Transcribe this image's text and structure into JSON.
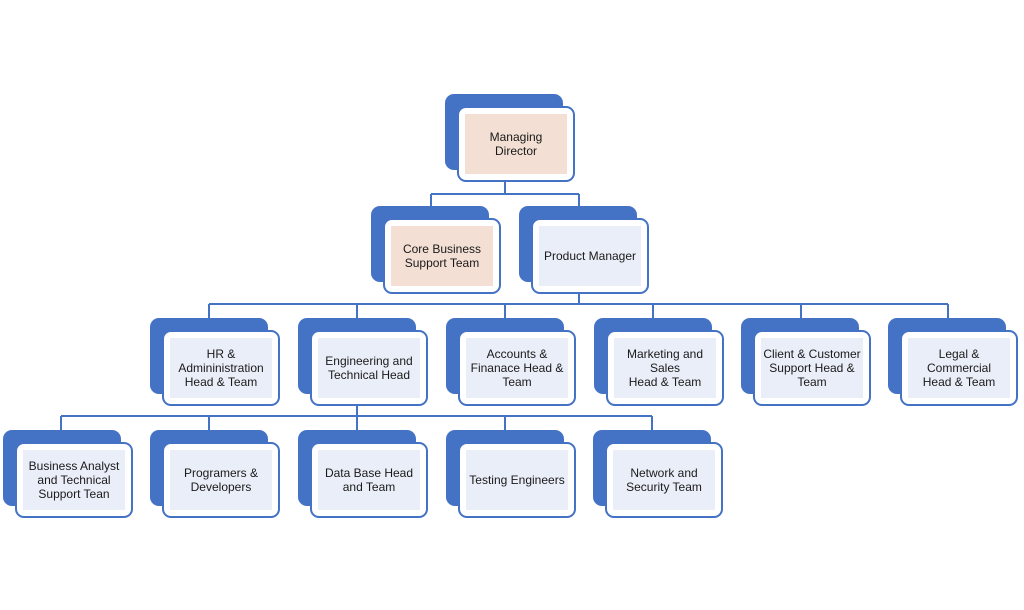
{
  "diagram": {
    "colors": {
      "accent": "#4472c4",
      "fill_default": "#eaeef8",
      "fill_highlight": "#f3dfd3",
      "connector": "#4472c4"
    },
    "nodes": {
      "managing_director": "Managing Director",
      "core_business_support": "Core Business\nSupport  Team",
      "product_manager": "Product Manager",
      "hr_admin": "HR &\nAdmininistration\nHead & Team",
      "engineering_technical": "Engineering and\nTechnical Head",
      "accounts_finance": "Accounts &\nFinanace  Head  &\nTeam",
      "marketing_sales": "Marketing and Sales\nHead & Team",
      "client_customer_support": "Client  & Customer\nSupport Head &\nTeam",
      "legal_commercial": "Legal & Commercial\nHead & Team",
      "business_analyst": "Business Analyst\nand Technical\nSupport Tean",
      "programers_developers": "Programers &\nDevelopers",
      "database_head": "Data Base  Head\nand Team",
      "testing_engineers": "Testing Engineers",
      "network_security": "Network and\nSecurity Team"
    }
  }
}
